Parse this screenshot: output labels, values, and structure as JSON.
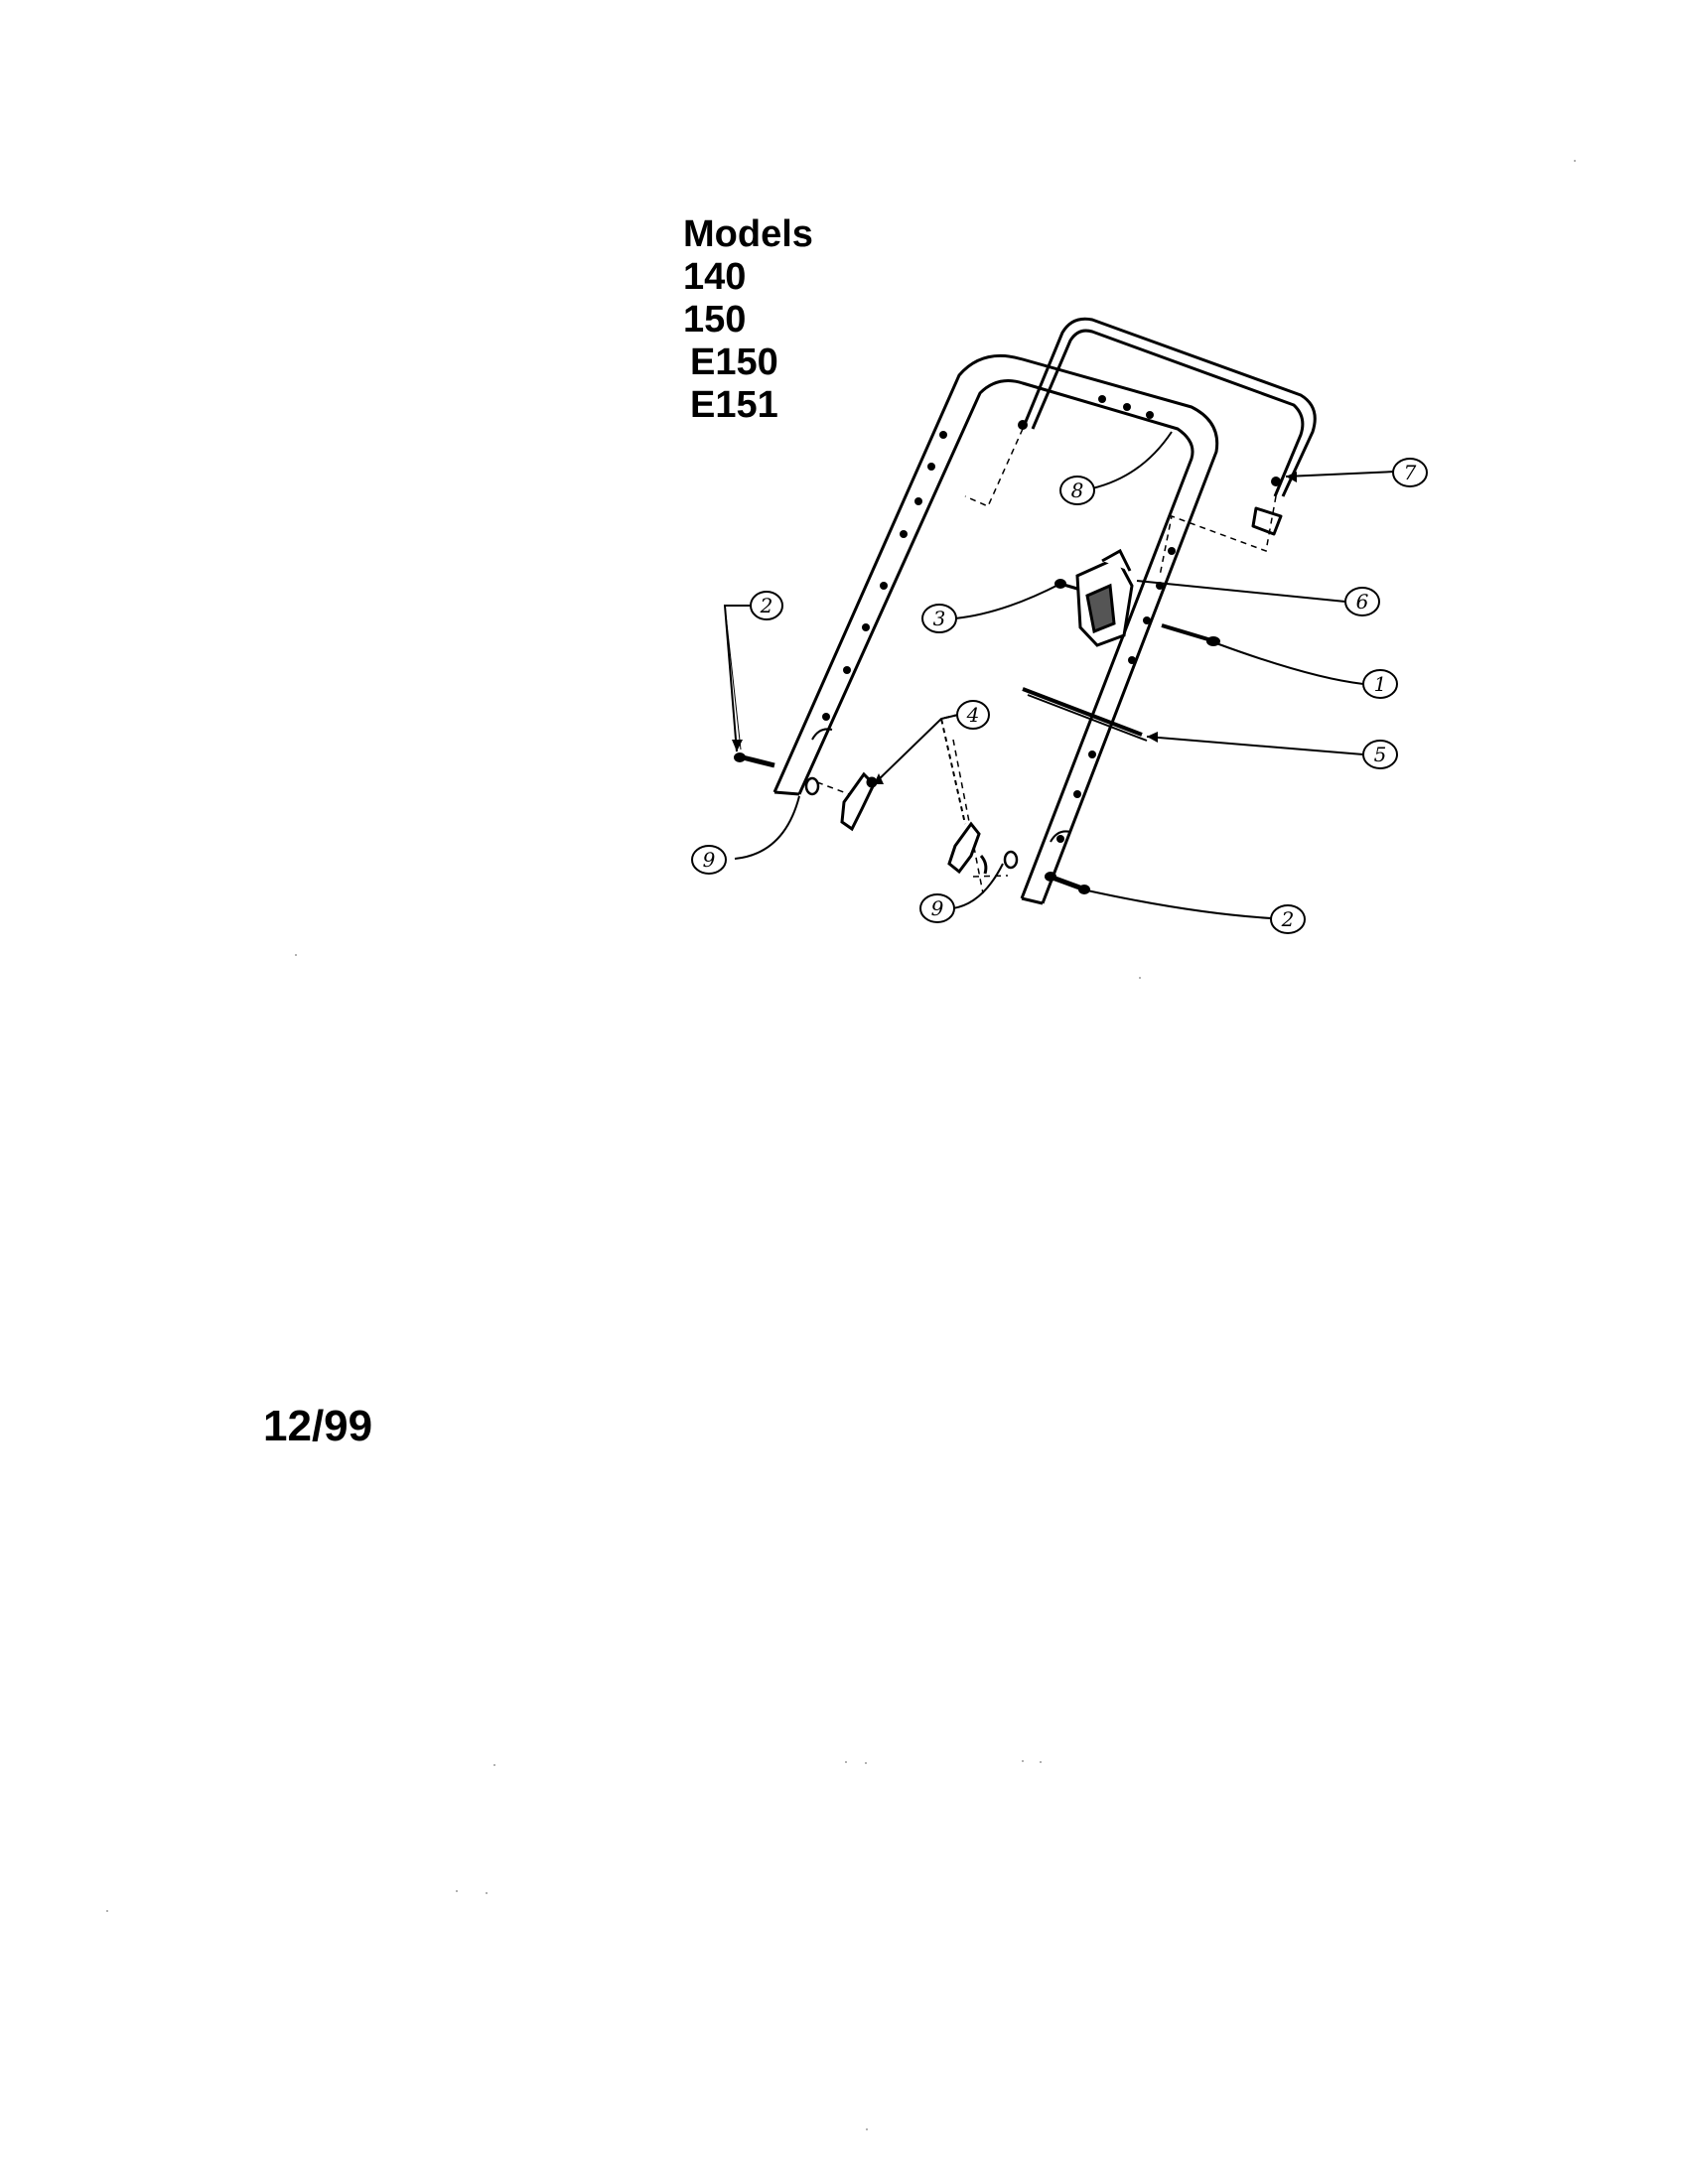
{
  "models": {
    "heading": "Models",
    "list": [
      "140",
      "150",
      "E150",
      "E151"
    ]
  },
  "date_code": "12/99",
  "callouts": [
    "2",
    "9",
    "3",
    "4",
    "9",
    "8",
    "7",
    "6",
    "1",
    "5",
    "2"
  ]
}
